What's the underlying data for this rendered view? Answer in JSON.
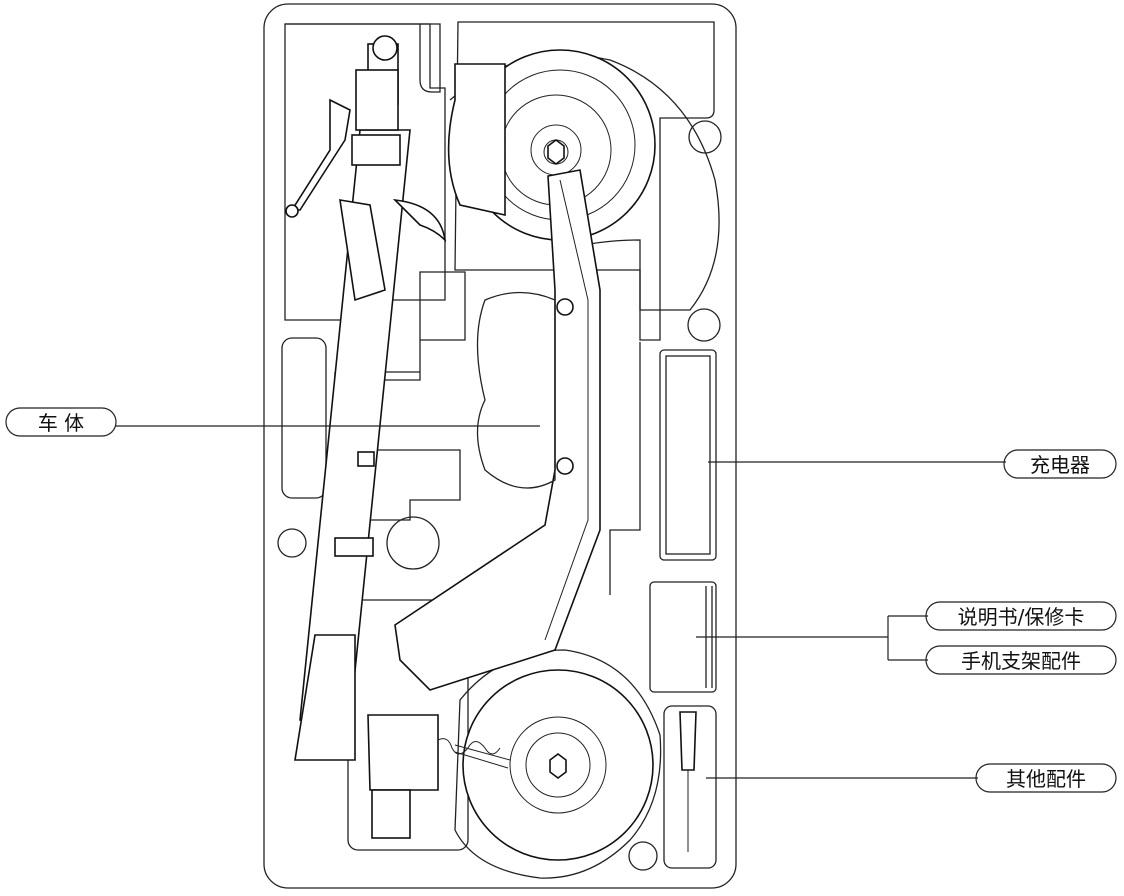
{
  "callouts": {
    "body": "车 体",
    "charger": "充电器",
    "manual": "说明书/保修卡",
    "phone_mount": "手机支架配件",
    "other": "其他配件"
  }
}
